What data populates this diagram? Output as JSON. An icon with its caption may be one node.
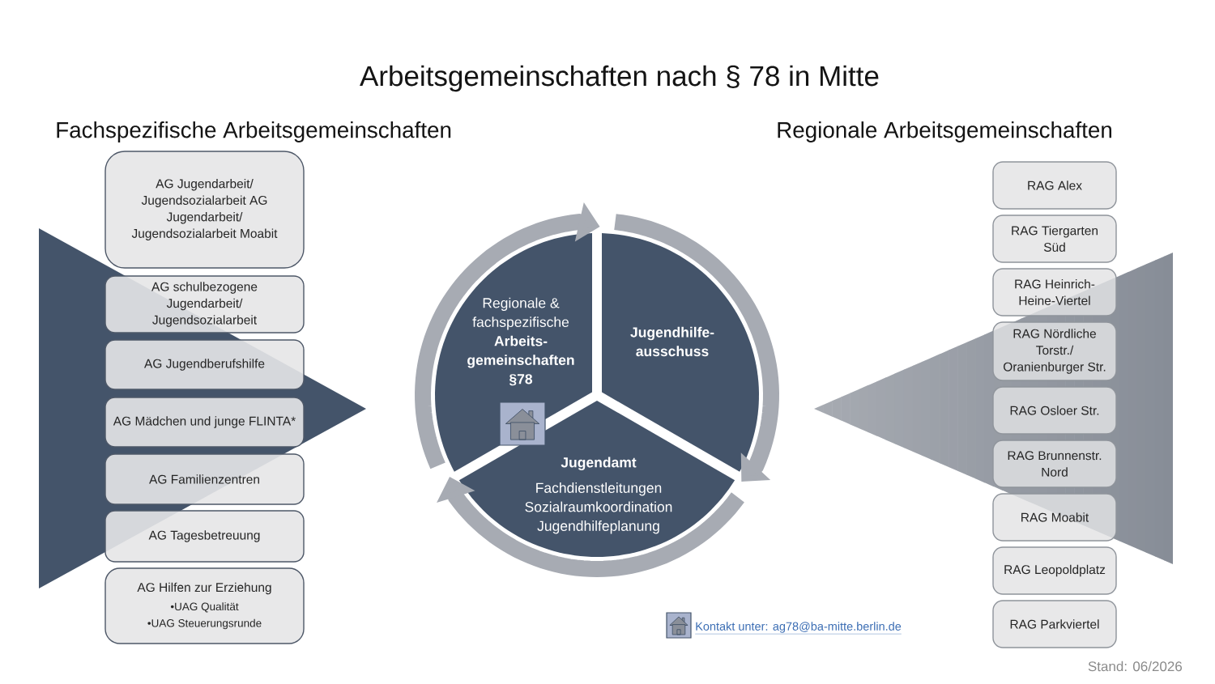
{
  "diagram": {
    "title": "Arbeitsgemeinschaften nach § 78 in Mitte",
    "nodes": [
      {
        "text": [
          "AG Jugendarbeit/ Jugendsozialarbeit AG Jugendarbeit/ Jugendsozialarbeit Moabit"
        ]
      },
      {
        "text": [
          "AG schulbezogene Jugendarbeit/ Jugendsozialarbeit"
        ]
      },
      {
        "text": [
          "AG Jugendberufshilfe"
        ]
      },
      {
        "text": [
          "AG Mädchen und junge FLINTA*"
        ]
      },
      {
        "text": [
          "AG Familienzentren"
        ]
      },
      {
        "text": [
          "AG Tagesbetreuung"
        ]
      },
      {
        "text": [
          "AG Hilfen zur Erziehung",
          "•UAG Qualität",
          "•UAG Steuerungsrunde"
        ]
      },
      {
        "text": [
          "Regionale & fachspezifische **Arbeits- gemeinschaften §78**"
        ]
      },
      {
        "text": [
          "Jugendhilfe- ausschuss"
        ]
      },
      {
        "text": [
          "Jugendamt",
          "Fachdienstleitungen Sozialraumkoordination Jugendhilfeplanung"
        ]
      },
      {
        "text": [
          "RAG Alex"
        ]
      },
      {
        "text": [
          "RAG Tiergarten Süd"
        ]
      },
      {
        "text": [
          "RAG Heinrich- Heine-Viertel"
        ]
      },
      {
        "text": [
          "RAG Nördliche Torstr./ Oranienburger Str."
        ]
      },
      {
        "text": [
          "RAG Osloer Str."
        ]
      },
      {
        "text": [
          "RAG Brunnenstr. Nord"
        ]
      },
      {
        "text": [
          "RAG Moabit"
        ]
      },
      {
        "text": [
          "RAG Leopoldplatz"
        ]
      },
      {
        "text": [
          "RAG Parkviertel"
        ]
      }
    ],
    "edges": [
      {
        "from": 7,
        "to": 8,
        "arrow": "to"
      },
      {
        "from": 8,
        "to": 9,
        "arrow": "to"
      },
      {
        "from": 9,
        "to": 7,
        "arrow": "to"
      }
    ],
    "labels": [
      "Fachspezifische Arbeitsgemeinschaften",
      "Regionale Arbeitsgemeinschaften",
      "Kontakt unter: ag78@ba-mitte.berlin.de",
      "Stand: 06/2026"
    ]
  }
}
